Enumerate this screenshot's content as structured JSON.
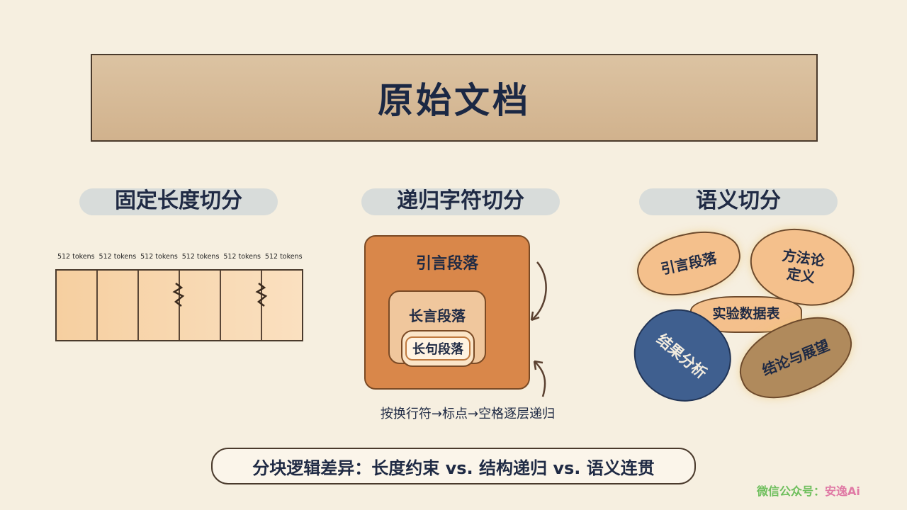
{
  "banner": {
    "title": "原始文档"
  },
  "sections": {
    "fixed": {
      "title": "固定长度切分",
      "token_labels": [
        "512 tokens",
        "512 tokens",
        "512 tokens",
        "512 tokens",
        "512 tokens",
        "512 tokens"
      ]
    },
    "recursive": {
      "title": "递归字符切分",
      "outer_label": "引言段落",
      "mid_label": "长言段落",
      "inner_label": "长句段落",
      "caption": "按换行符→标点→空格逐层递归"
    },
    "semantic": {
      "title": "语义切分",
      "blobs": {
        "intro": "引言段落",
        "method": "方法论\n定义",
        "data": "实验数据表",
        "results": "结果分析",
        "conclusion": "结论与展望"
      }
    }
  },
  "footer": {
    "text": "分块逻辑差异：长度约束 vs. 结构递归 vs. 语义连贯"
  },
  "watermark": {
    "label": "微信公众号",
    "colon": "：",
    "name": "安逸Ai"
  },
  "colors": {
    "banner": "#d6b996",
    "chunk": "#f6cfa0",
    "outer": "#d9874a",
    "mid": "#f0c79d",
    "inner": "#fbe5c8",
    "blob_light": "#f4c08c",
    "blob_blue": "#3f5f8f",
    "blob_brown": "#b08a5c"
  }
}
